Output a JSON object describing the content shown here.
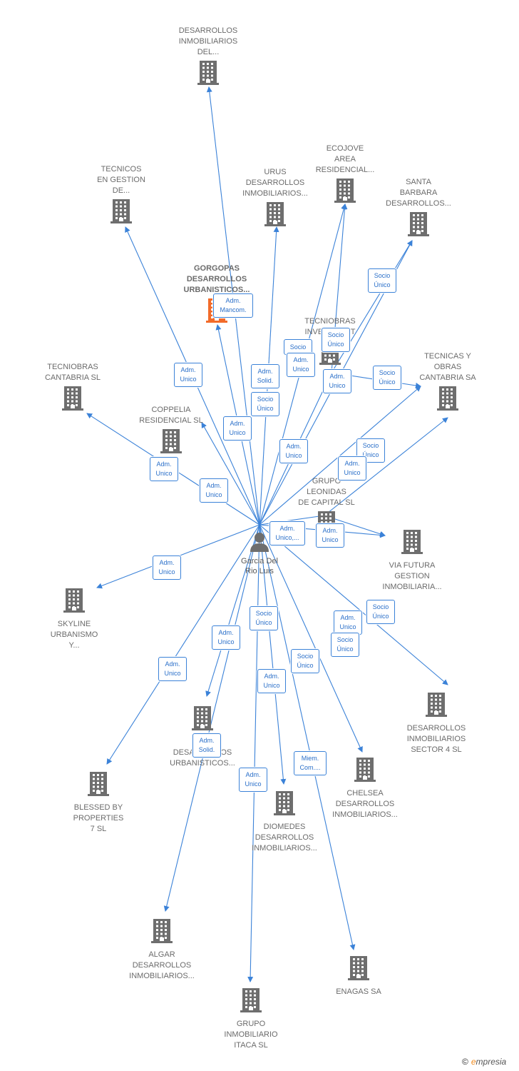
{
  "center": {
    "name": "Garcia Del\nRio Luis",
    "icon": "person-icon"
  },
  "companies": [
    {
      "id": "desarrollos_del",
      "label": "DESARROLLOS\nINMOBILIARIOS\nDEL..."
    },
    {
      "id": "tecnicos_gestion",
      "label": "TECNICOS\nEN GESTION\nDE..."
    },
    {
      "id": "urus",
      "label": "URUS\nDESARROLLOS\nINMOBILIARIOS..."
    },
    {
      "id": "ecojove",
      "label": "ECOJOVE\nAREA\nRESIDENCIAL..."
    },
    {
      "id": "santa_barbara",
      "label": "SANTA\nBARBARA\nDESARROLLOS..."
    },
    {
      "id": "gorgopas",
      "label": "GORGOPAS\nDESARROLLOS\nURBANISTICOS...",
      "highlight": true
    },
    {
      "id": "tecniobras_inv",
      "label": "TECNIOBRAS\nINVESTMENT"
    },
    {
      "id": "tecnicas_obras",
      "label": "TECNICAS Y\nOBRAS\nCANTABRIA SA"
    },
    {
      "id": "tecniobras_cant",
      "label": "TECNIOBRAS\nCANTABRIA SL"
    },
    {
      "id": "coppelia",
      "label": "COPPELIA\nRESIDENCIAL SL"
    },
    {
      "id": "grupo_leonidas",
      "label": "GRUPO\nLEONIDAS\nDE CAPITAL SL"
    },
    {
      "id": "via_futura",
      "label": "VIA FUTURA\nGESTION\nINMOBILIARIA..."
    },
    {
      "id": "skyline",
      "label": "SKYLINE\nURBANISMO\nY..."
    },
    {
      "id": "sector4",
      "label": "DESARROLLOS\nINMOBILIARIOS\nSECTOR 4 SL"
    },
    {
      "id": "s_urbanisticos",
      "label": "S...\nDESARROLLOS\nURBANISTICOS..."
    },
    {
      "id": "chelsea",
      "label": "CHELSEA\nDESARROLLOS\nINMOBILIARIOS..."
    },
    {
      "id": "blessed",
      "label": "BLESSED BY\nPROPERTIES\n7 SL"
    },
    {
      "id": "diomedes",
      "label": "DIOMEDES\nDESARROLLOS\nINMOBILIARIOS..."
    },
    {
      "id": "algar",
      "label": "ALGAR\nDESARROLLOS\nINMOBILIARIOS..."
    },
    {
      "id": "enagas",
      "label": "ENAGAS SA"
    },
    {
      "id": "itaca",
      "label": "GRUPO\nINMOBILIARIO\nITACA SL"
    }
  ],
  "roles": [
    "Adm.\nMancom.",
    "Socio\nÚnico",
    "Adm.\nUnico",
    "Socio",
    "Adm.\nUnico",
    "Adm.\nUnico",
    "Adm.\nSolid.",
    "Socio\nÚnico",
    "Socio\nÚnico",
    "Adm.\nUnico",
    "Socio\nÚnico",
    "Adm.\nUnico",
    "Socio\nÚnico",
    "Adm.\nUnico",
    "Adm.\nUnico",
    "Adm.\nUnico",
    "Adm.\nUnico",
    "Adm.\nUnico,...",
    "Adm.\nUnico",
    "Adm.\nUnico",
    "Socio\nÚnico",
    "Adm.\nUnico",
    "Socio\nÚnico",
    "Adm.\nUnico",
    "Socio\nÚnico",
    "Adm.\nUnico",
    "Socio\nÚnico",
    "Adm.\nSolid.",
    "Miem.\nCom....",
    "Adm.\nUnico"
  ],
  "colors": {
    "edge": "#3b82d8",
    "building": "#6e6e6e",
    "highlight_building": "#f26b2a"
  },
  "footer": {
    "copyright": "©",
    "brand_initial": "e",
    "brand_rest": "mpresia"
  }
}
